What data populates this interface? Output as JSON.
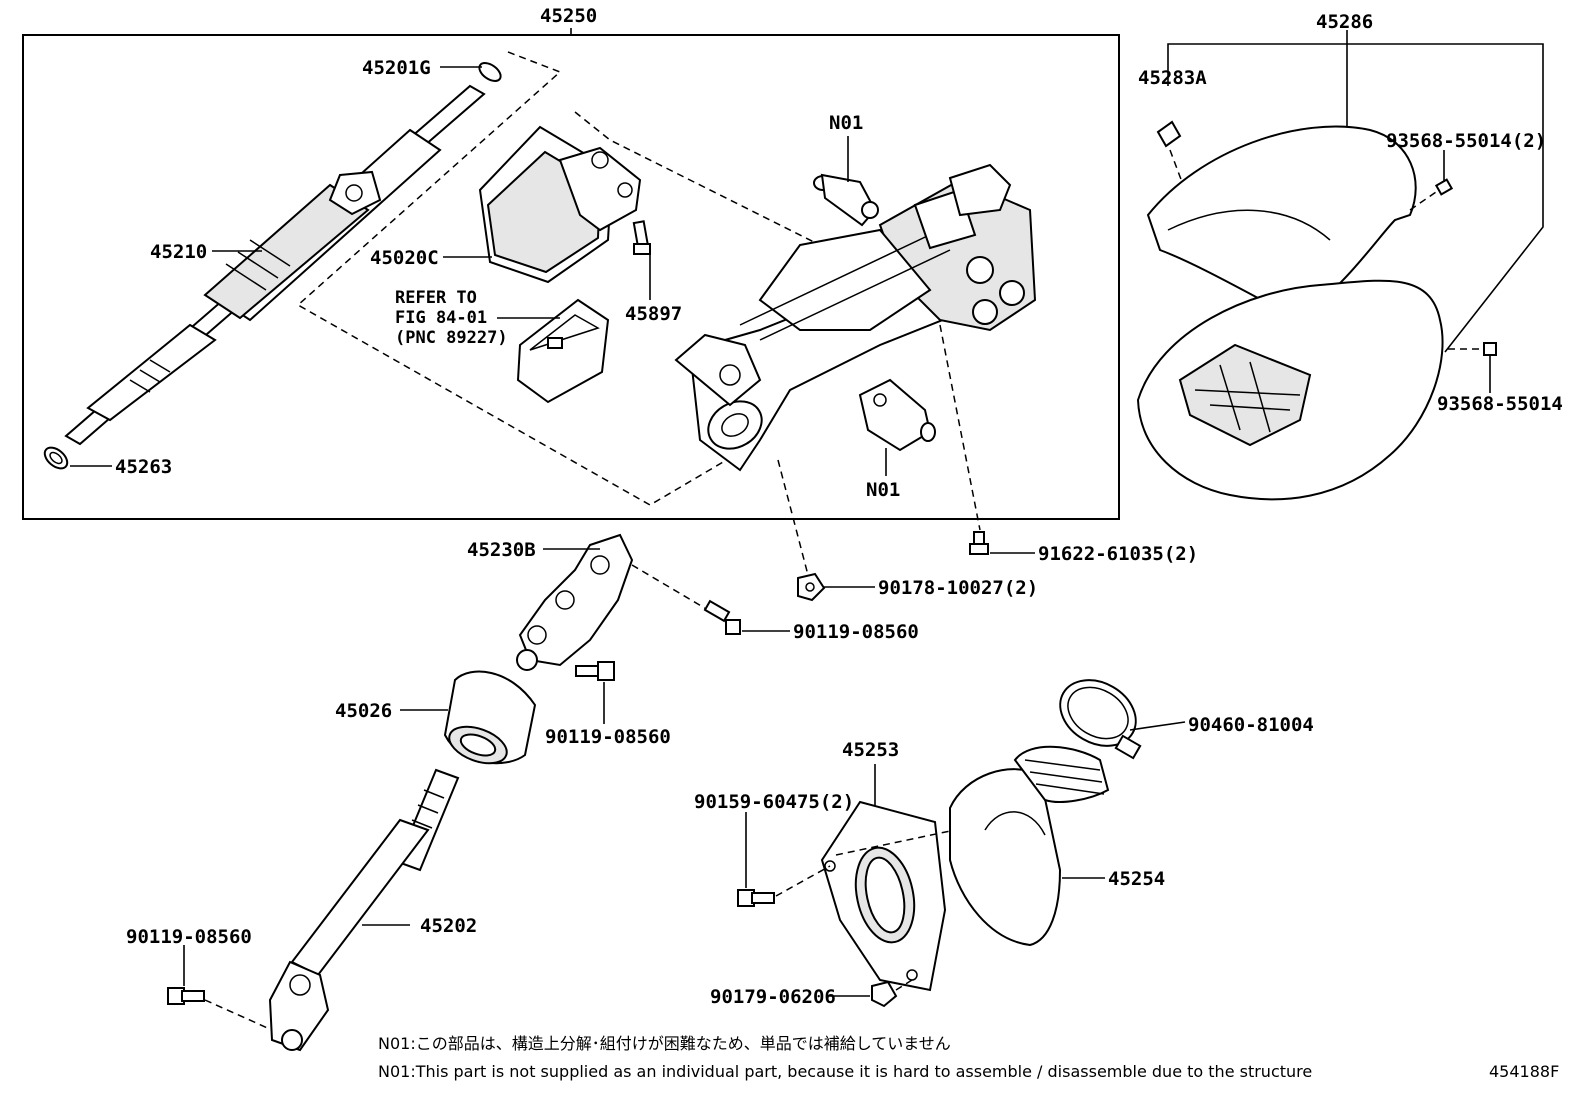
{
  "labels": {
    "column_assy": "45250",
    "cover_assy": "45286",
    "cover_plug": "45283A",
    "screw_cover_a": "93568-55014(2)",
    "screw_cover_b": "93568-55014",
    "seal": "45201G",
    "main_shaft": "45210",
    "lock_housing": "45020C",
    "refer_line1": "REFER TO",
    "refer_line2": "FIG 84-01",
    "refer_line3": "(PNC 89227)",
    "bolt_45897": "45897",
    "n01_top": "N01",
    "n01_bottom": "N01",
    "ring_45263": "45263",
    "bolt_91622": "91622-61035(2)",
    "nut_90178": "90178-10027(2)",
    "joint_45230b": "45230B",
    "bolt_90119_a": "90119-08560",
    "bolt_90119_b": "90119-08560",
    "bolt_90119_c": "90119-08560",
    "damper_45026": "45026",
    "shaft_45202": "45202",
    "plate_45253": "45253",
    "bolt_90159": "90159-60475(2)",
    "nut_90179": "90179-06206",
    "boot_45254": "45254",
    "clamp_90460": "90460-81004",
    "note_jp": "N01:この部品は、構造上分解･組付けが困難なため、単品では補給していません",
    "note_en": "N01:This part is not supplied as an individual part, because it is hard to assemble / disassemble due to the structure",
    "figure_id": "454188F"
  }
}
